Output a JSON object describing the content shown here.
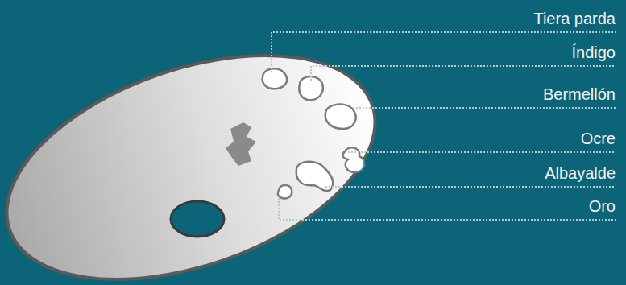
{
  "diagram": {
    "labels": [
      "Tiera parda",
      "Índigo",
      "Bermellón",
      "Ocre",
      "Albayalde",
      "Oro"
    ]
  }
}
